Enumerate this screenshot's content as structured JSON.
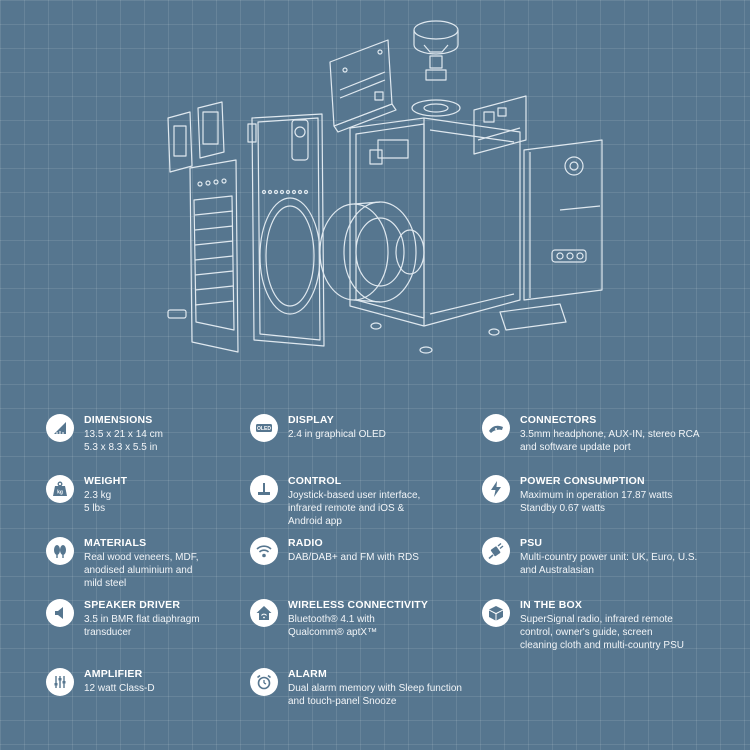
{
  "specs": [
    {
      "icon": "dimensions-icon",
      "title": "DIMENSIONS",
      "text": "13.5 x 21 x 14 cm\n5.3 x 8.3 x 5.5 in"
    },
    {
      "icon": "display-icon",
      "icon_label": "OLED",
      "title": "DISPLAY",
      "text": "2.4 in graphical OLED"
    },
    {
      "icon": "connectors-icon",
      "title": "CONNECTORS",
      "text": "3.5mm headphone, AUX-IN, stereo RCA\nand software update port"
    },
    {
      "icon": "weight-icon",
      "icon_label": "kg",
      "title": "WEIGHT",
      "text": "2.3 kg\n5 lbs"
    },
    {
      "icon": "joystick-icon",
      "title": "CONTROL",
      "text": "Joystick-based user interface,\ninfrared remote and iOS &\nAndroid app"
    },
    {
      "icon": "power-icon",
      "title": "POWER CONSUMPTION",
      "text": "Maximum in operation 17.87 watts\nStandby 0.67 watts"
    },
    {
      "icon": "materials-icon",
      "title": "MATERIALS",
      "text": "Real wood veneers, MDF,\nanodised aluminium and\nmild steel"
    },
    {
      "icon": "radio-icon",
      "title": "RADIO",
      "text": "DAB/DAB+ and FM with RDS"
    },
    {
      "icon": "plug-icon",
      "title": "PSU",
      "text": "Multi-country power unit: UK, Euro, U.S.\nand Australasian"
    },
    {
      "icon": "speaker-icon",
      "title": "SPEAKER DRIVER",
      "text": "3.5 in BMR flat diaphragm\ntransducer"
    },
    {
      "icon": "home-icon",
      "title": "WIRELESS CONNECTIVITY",
      "text": "Bluetooth® 4.1 with\nQualcomm® aptX™"
    },
    {
      "icon": "box-icon",
      "title": "IN THE BOX",
      "text": "SuperSignal radio, infrared remote\ncontrol, owner's guide, screen\ncleaning cloth and multi-country PSU"
    },
    {
      "icon": "amplifier-icon",
      "title": "AMPLIFIER",
      "text": "12 watt Class-D"
    },
    {
      "icon": "alarm-icon",
      "title": "ALARM",
      "text": "Dual alarm memory with Sleep function\nand touch-panel Snooze"
    }
  ],
  "colors": {
    "background": "#56768f",
    "icon_fill": "#56768f",
    "line": "#dfe8ef"
  }
}
